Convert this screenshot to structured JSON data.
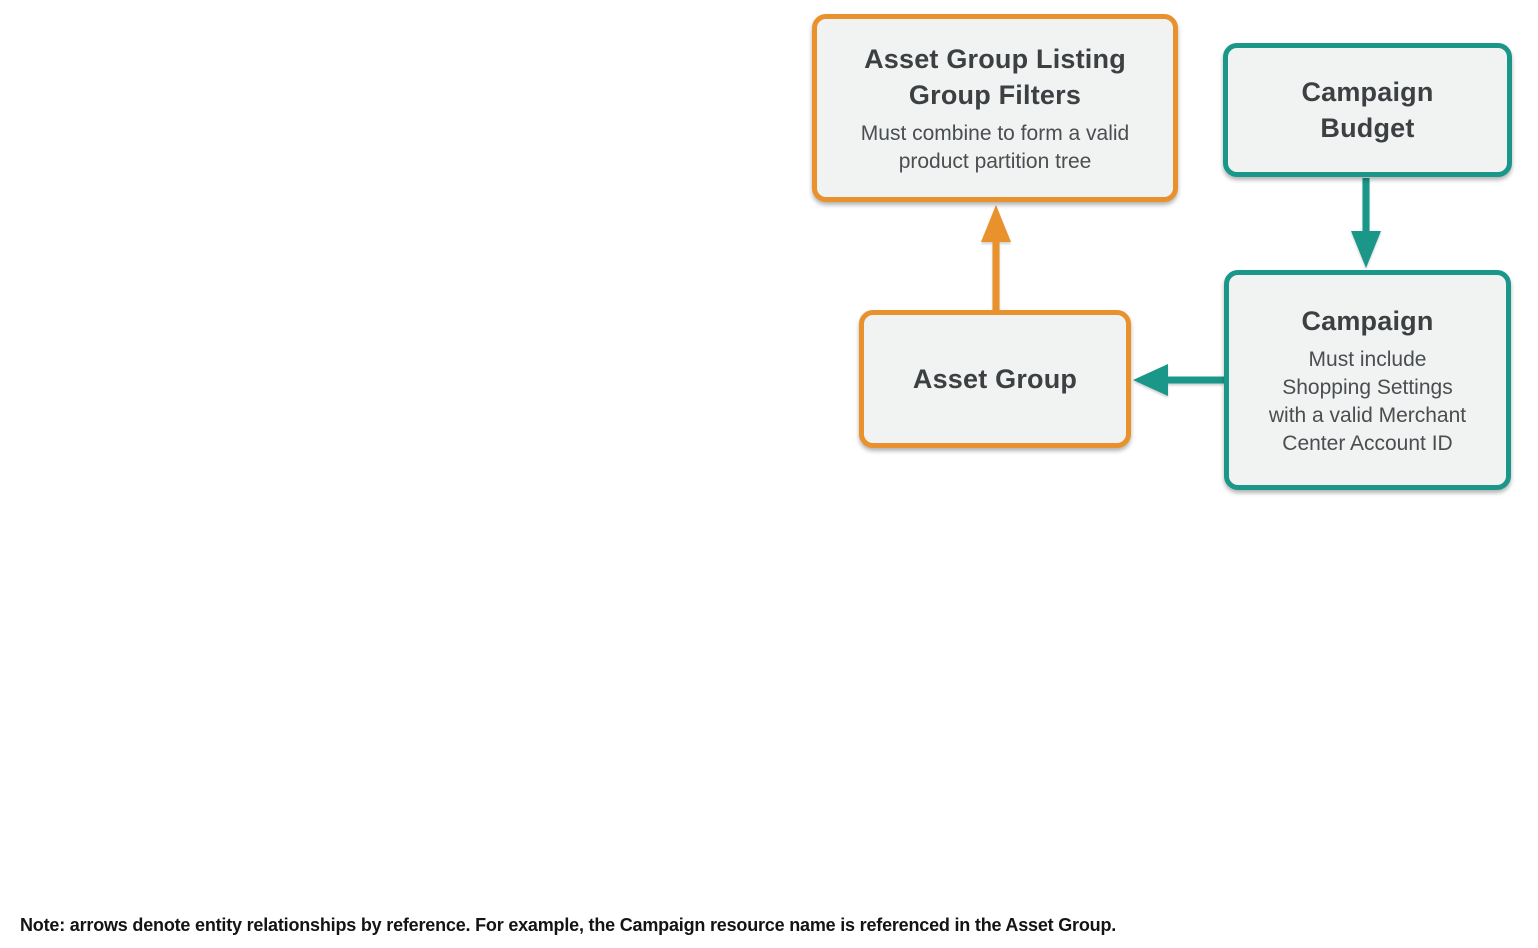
{
  "colors": {
    "orange": "#E8912D",
    "teal": "#1A9789",
    "box_bg": "#F1F2F2",
    "title_text": "#3C4043",
    "subtitle_text": "#4A4E51",
    "note_text": "#141414"
  },
  "boxes": {
    "listing_group_filters": {
      "title_lines": [
        "Asset Group Listing",
        "Group Filters"
      ],
      "subtitle_lines": [
        "Must combine to form a valid",
        "product partition tree"
      ],
      "accent": "orange"
    },
    "campaign_budget": {
      "title_lines": [
        "Campaign",
        "Budget"
      ],
      "accent": "teal"
    },
    "asset_group": {
      "title_lines": [
        "Asset Group"
      ],
      "accent": "orange"
    },
    "campaign": {
      "title_lines": [
        "Campaign"
      ],
      "subtitle_lines": [
        "Must include",
        "Shopping Settings",
        "with a valid Merchant",
        "Center Account ID"
      ],
      "accent": "teal"
    }
  },
  "arrows": [
    {
      "name": "asset-group-to-listing-filters",
      "color": "orange",
      "direction": "up"
    },
    {
      "name": "campaign-budget-to-campaign",
      "color": "teal",
      "direction": "down"
    },
    {
      "name": "campaign-to-asset-group",
      "color": "teal",
      "direction": "left"
    }
  ],
  "note": "Note: arrows denote entity relationships by reference. For example, the Campaign resource name is referenced in the Asset Group."
}
